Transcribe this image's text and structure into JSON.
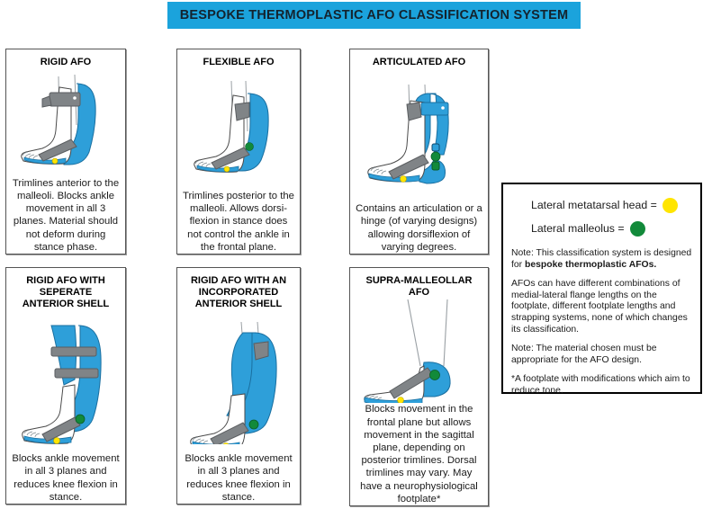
{
  "header": {
    "title": "BESPOKE THERMOPLASTIC AFO CLASSIFICATION SYSTEM",
    "bar_color": "#1ba3dc"
  },
  "colors": {
    "afo_blue": "#2e9fd9",
    "strap_grey": "#808487",
    "lateral_metatarsal_head": "#ffe500",
    "lateral_malleolus": "#128a3a",
    "skin_outline": "#3b3b3b"
  },
  "panels": [
    {
      "id": "rigid",
      "title": "RIGID AFO",
      "caption": "Trimlines anterior to the malleoli. Blocks ankle movement in all 3 planes. Material should not deform during stance phase."
    },
    {
      "id": "flexible",
      "title": "FLEXIBLE AFO",
      "caption": "Trimlines posterior to the malleoli. Allows dorsi-flexion in stance does not control the ankle in the frontal plane."
    },
    {
      "id": "articulated",
      "title": "ARTICULATED AFO",
      "caption": "Contains an articulation or a hinge (of varying designs) allowing dorsiflexion of varying degrees."
    },
    {
      "id": "rigid-separate",
      "title": "RIGID AFO WITH\nSEPERATE\nANTERIOR SHELL",
      "caption": "Blocks ankle movement in all 3 planes and reduces knee flexion in stance."
    },
    {
      "id": "rigid-incorporated",
      "title": "RIGID AFO WITH AN\nINCORPORATED\nANTERIOR SHELL",
      "caption": "Blocks ankle movement in all 3 planes and reduces knee flexion in stance."
    },
    {
      "id": "supra-malleollar",
      "title": "SUPRA-MALLEOLLAR\nAFO",
      "caption": "Blocks movement in the frontal plane but allows movement in the sagittal plane, depending on posterior trimlines. Dorsal trimlines may vary. May have a neurophysiological footplate*"
    }
  ],
  "legend": {
    "items": [
      {
        "label": "Lateral metatarsal head =",
        "color": "#ffe500",
        "marker": "yellow-dot"
      },
      {
        "label": "Lateral malleolus =",
        "color": "#128a3a",
        "marker": "green-dot"
      }
    ],
    "notes": [
      {
        "id": "note-bespoke",
        "lead": "Note: This classification system is designed for ",
        "bold": "bespoke thermoplastic AFOs.",
        "tail": ""
      },
      {
        "id": "note-combinations",
        "lead": "AFOs can have different combinations of medial-lateral flange lengths on the footplate, different footplate lengths and strapping systems, none of which changes its classification.",
        "bold": "",
        "tail": ""
      },
      {
        "id": "note-material",
        "lead": "Note: The material chosen must be appropriate for the AFO design.",
        "bold": "",
        "tail": ""
      },
      {
        "id": "note-footplate",
        "lead": "*A footplate with modifications which aim to reduce tone.",
        "bold": "",
        "tail": ""
      }
    ]
  }
}
